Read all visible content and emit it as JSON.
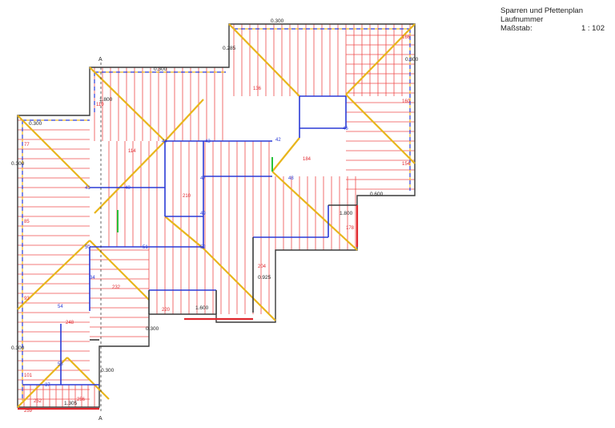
{
  "legend": {
    "title": "Sparren und Pfettenplan",
    "subtitle": "Laufnummer",
    "scale_label": "Maßstab:",
    "scale_value": "1 : 102"
  },
  "section_marks": {
    "top": "A",
    "bottom": "A"
  },
  "dimensions": {
    "d1": "0.300",
    "d2": "1.800",
    "d3": "0.300",
    "d4": "0.285",
    "d5": "0.300",
    "d6": "0.300",
    "d7": "0.300",
    "d8": "0.300",
    "d9": "1.305",
    "d10": "0.925",
    "d11": "1.800",
    "d12": "0.600",
    "d13": "1.600",
    "d14": "0.300",
    "d15": "0.300"
  },
  "rafters": {
    "r1": "77",
    "r2": "85",
    "r3": "93",
    "r4": "101",
    "r5": "110",
    "r6": "114",
    "r7": "136",
    "r8": "166",
    "r9": "160",
    "r10": "154",
    "r11": "184",
    "r12": "210",
    "r13": "220",
    "r14": "232",
    "r15": "248",
    "r16": "252",
    "r17": "256",
    "r18": "259",
    "r19": "204",
    "r20": "178"
  },
  "purlins": {
    "p1": "43",
    "p2": "44",
    "p3": "41",
    "p4": "40",
    "p5": "50",
    "p6": "51",
    "p7": "52",
    "p8": "49",
    "p9": "47",
    "p10": "48",
    "p11": "42",
    "p12": "46",
    "p13": "34",
    "p14": "54",
    "p15": "53",
    "p16": "37"
  },
  "colors": {
    "rafter": "#ef4b4b",
    "ridge": "#e8b51c",
    "purlin": "#2b3bd6",
    "wall": "#3a3a3a",
    "accent": "#27c23a"
  }
}
